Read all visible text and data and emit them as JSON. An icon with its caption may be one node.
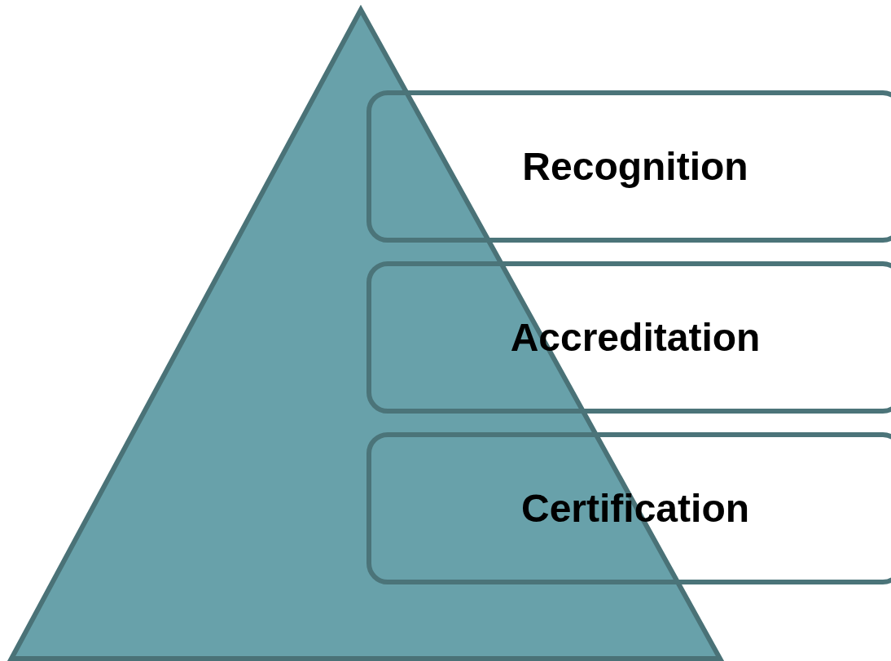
{
  "diagram": {
    "nodes": [
      {
        "text": [],
        "shape": "triangle"
      },
      {
        "text": [
          "Recognition"
        ]
      },
      {
        "text": [
          "Accreditation"
        ]
      },
      {
        "text": [
          "Certification"
        ]
      }
    ]
  }
}
